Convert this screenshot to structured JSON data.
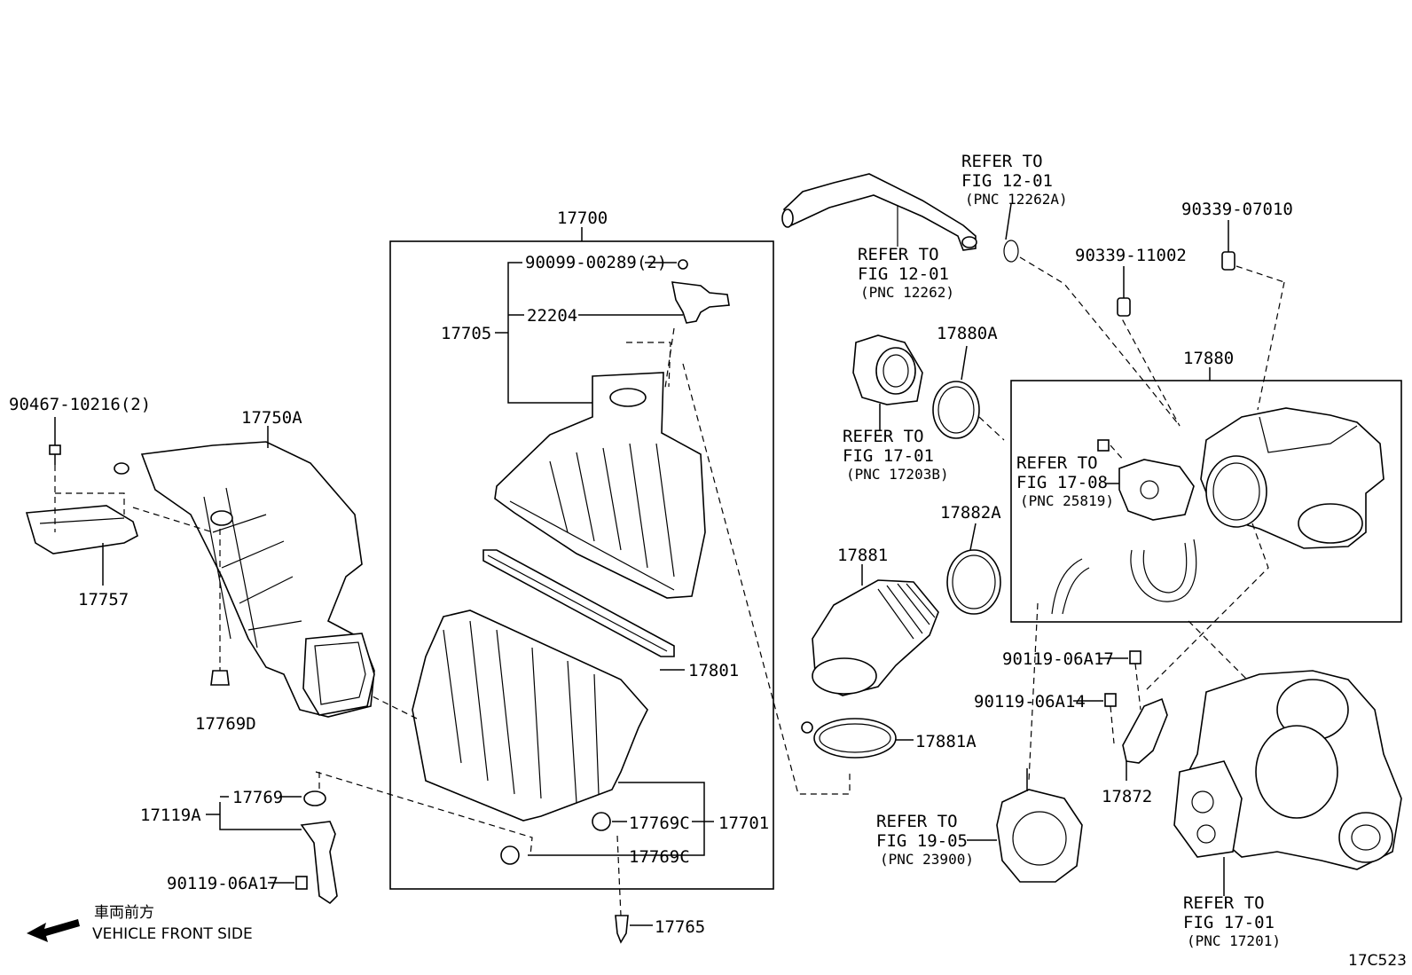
{
  "labels": {
    "p17700": "17700",
    "p90099": "90099-00289(2)",
    "p22204": "22204",
    "p17705": "17705",
    "p17801": "17801",
    "p17769C_a": "17769C",
    "p17769C_b": "17769C",
    "p17701": "17701",
    "p17765": "17765",
    "p90467": "90467-10216(2)",
    "p17750A": "17750A",
    "p17757": "17757",
    "p17769D": "17769D",
    "p17769": "17769",
    "p17119A": "17119A",
    "p90119_06A17_left": "90119-06A17",
    "p17880A": "17880A",
    "p17882A": "17882A",
    "p17881": "17881",
    "p17881A": "17881A",
    "p90339_07010": "90339-07010",
    "p90339_11002": "90339-11002",
    "p17880": "17880",
    "p90119_06A17_right": "90119-06A17",
    "p90119_06A14": "90119-06A14",
    "p17872": "17872"
  },
  "refs": {
    "r1": {
      "l1": "REFER TO",
      "l2": "FIG 12-01",
      "l3": "(PNC 12262A)"
    },
    "r2": {
      "l1": "REFER TO",
      "l2": "FIG 12-01",
      "l3": "(PNC 12262)"
    },
    "r3": {
      "l1": "REFER TO",
      "l2": "FIG 17-01",
      "l3": "(PNC 17203B)"
    },
    "r4": {
      "l1": "REFER TO",
      "l2": "FIG 17-08",
      "l3": "(PNC 25819)"
    },
    "r5": {
      "l1": "REFER TO",
      "l2": "FIG 19-05",
      "l3": "(PNC 23900)"
    },
    "r6": {
      "l1": "REFER TO",
      "l2": "FIG 17-01",
      "l3": "(PNC 17201)"
    }
  },
  "legend": {
    "japanese": "車両前方",
    "english": "VEHICLE FRONT SIDE"
  },
  "figure_code": "17C523"
}
